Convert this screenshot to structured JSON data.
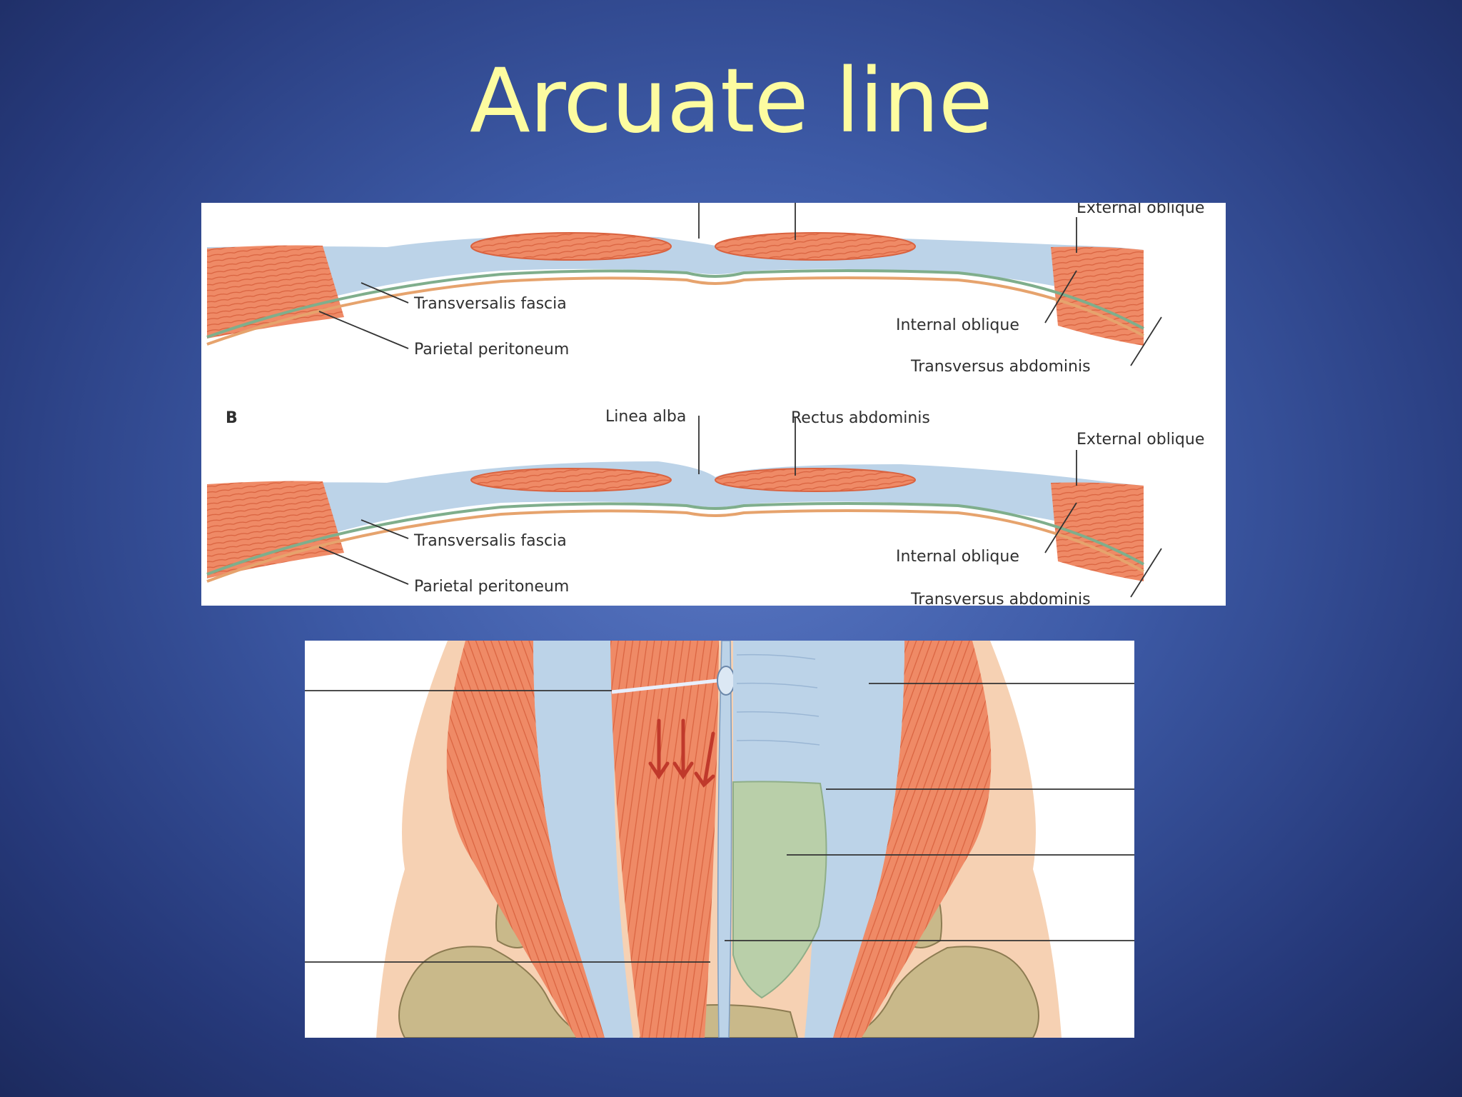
{
  "slide": {
    "title": "Arcuate line"
  },
  "section_a": {
    "labels": {
      "external_oblique": "External oblique",
      "transversalis_fascia": "Transversalis fascia",
      "parietal_peritoneum": "Parietal peritoneum",
      "internal_oblique": "Internal oblique",
      "transversus_abdominis": "Transversus abdominis"
    }
  },
  "section_b": {
    "letter": "B",
    "labels": {
      "linea_alba": "Linea alba",
      "rectus_abdominis": "Rectus abdominis",
      "external_oblique": "External oblique",
      "transversalis_fascia": "Transversalis fascia",
      "parietal_peritoneum": "Parietal peritoneum",
      "internal_oblique": "Internal oblique",
      "transversus_abdominis": "Transversus abdominis"
    }
  },
  "colors": {
    "muscle": "#ef8a66",
    "muscle_dark": "#d9623f",
    "aponeurosis": "#bcd3e8",
    "fascia_green": "#7fae8c",
    "peritoneum_orange": "#e6a36d",
    "skin": "#f6d1b3",
    "bone": "#c9b98a",
    "peritoneum_patch": "#b9cfa9",
    "arrow": "#c0392b"
  },
  "icons": {
    "arrow": "down-arrow-icon"
  }
}
